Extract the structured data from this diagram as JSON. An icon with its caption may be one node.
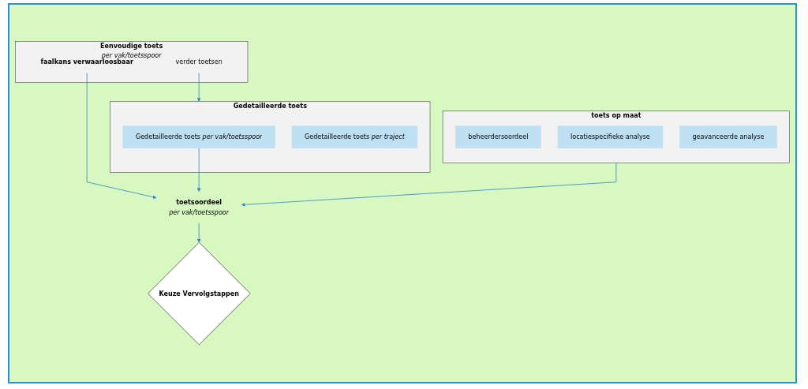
{
  "diagram": {
    "nodes": [
      {
        "text": [
          "Eenvoudige toets",
          "per vak/toetsspoor"
        ]
      },
      {
        "text": [
          "verder toetsen"
        ],
        "in": 0
      },
      {
        "text": [
          "faalkans verwaarloosbaar"
        ],
        "in": 0
      },
      {
        "text": [
          "Gedetailleerde toets"
        ]
      },
      {
        "text": [
          "Gedetailleerde toets *per vak/toetsspoor*"
        ],
        "in": 3
      },
      {
        "text": [
          "Gedetailleerde toets *per traject*"
        ],
        "in": 3
      },
      {
        "text": [
          "toetsoordeel",
          "per vak/toetsspoor"
        ]
      },
      {
        "text": [
          "toets op maat"
        ]
      },
      {
        "text": [
          "beheerdersoordeel"
        ],
        "in": 7
      },
      {
        "text": [
          "locatiespecifieke analyse"
        ],
        "in": 7
      },
      {
        "text": [
          "geavanceerde analyse"
        ],
        "in": 7
      },
      {
        "text": [
          "Keuze Vervolgstappen"
        ]
      }
    ],
    "edges": [
      {
        "from": 1,
        "to": 3,
        "arrow": "to"
      },
      {
        "from": 2,
        "to": 6,
        "arrow": "to"
      },
      {
        "from": 4,
        "to": 6,
        "arrow": "to"
      },
      {
        "from": 7,
        "to": 6,
        "arrow": "to"
      },
      {
        "from": 6,
        "to": 11,
        "arrow": "to"
      }
    ]
  }
}
